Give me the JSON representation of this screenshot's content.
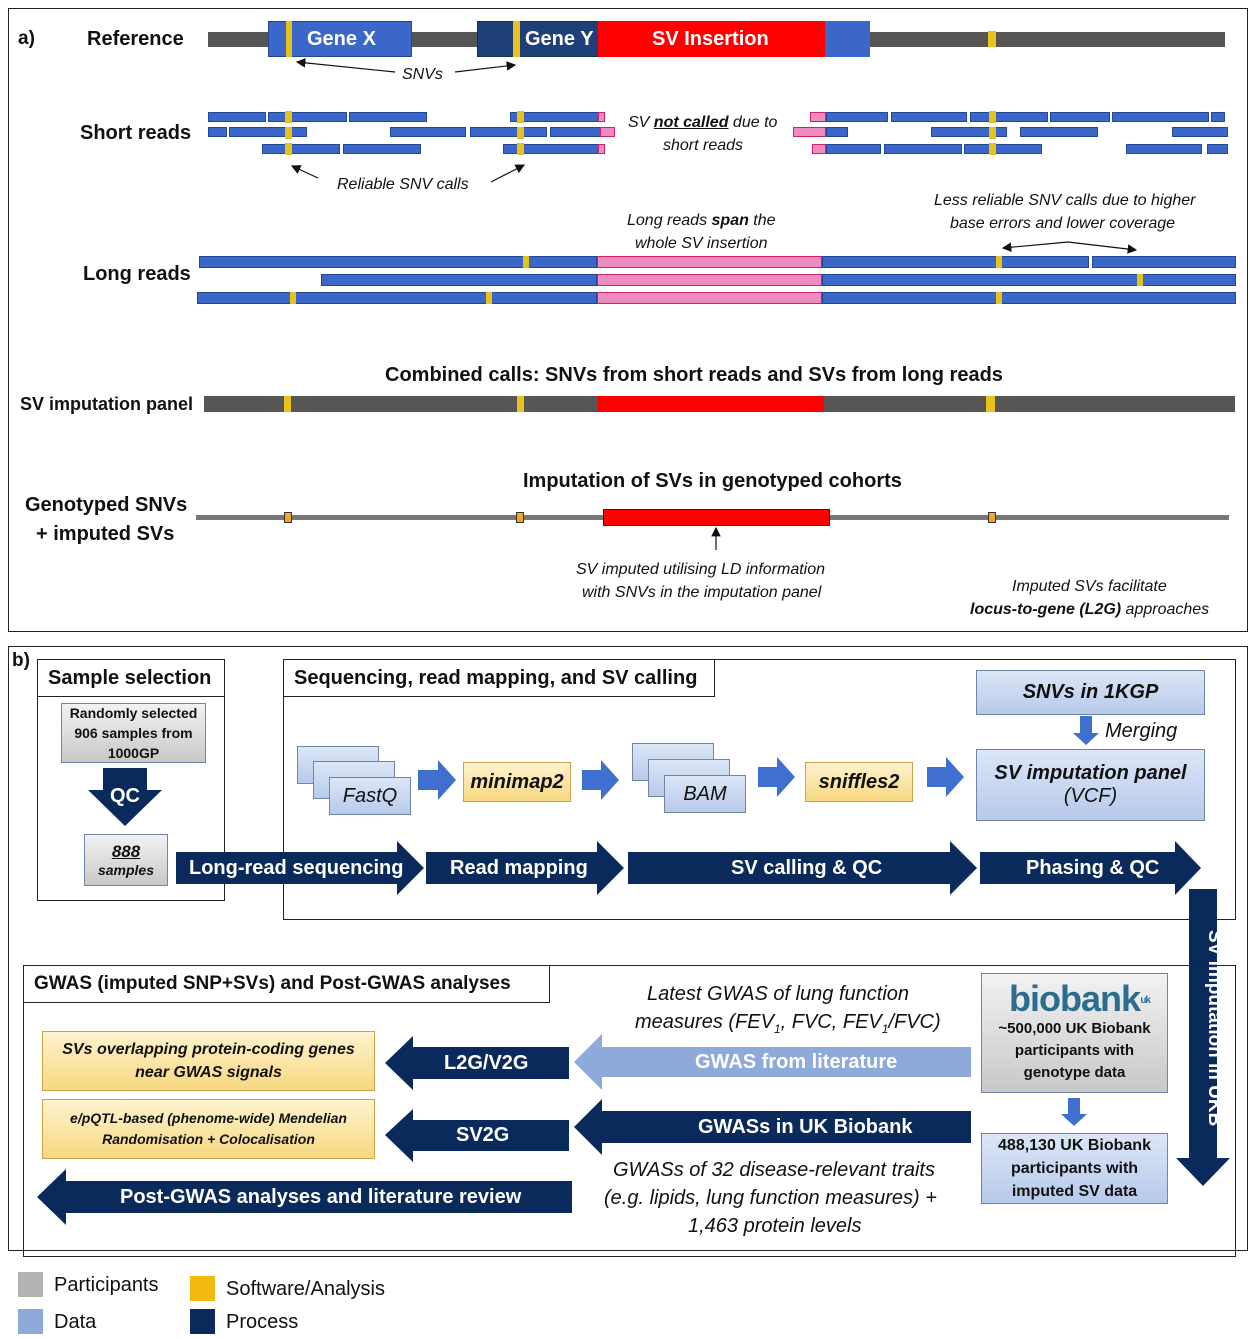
{
  "panel_a": {
    "label": "a)",
    "rows": {
      "reference": "Reference",
      "short_reads": "Short reads",
      "long_reads": "Long reads",
      "panel": "SV imputation panel",
      "genotyped_line1": "Genotyped SNVs",
      "genotyped_line2": "+ imputed SVs"
    },
    "genes": {
      "x": "Gene X",
      "y": "Gene Y",
      "sv": "SV Insertion"
    },
    "annotations": {
      "snvs": "SNVs",
      "reliable": "Reliable SNV calls",
      "sv_prefix": "SV ",
      "sv_not_called": "not called",
      "sv_due": " due to",
      "sv_short": "short reads",
      "span_prefix": "Long reads ",
      "span_bold": "span",
      "span_suffix": " the",
      "span_line2": "whole SV insertion",
      "less_line1": "Less reliable SNV calls due to higher",
      "less_line2": "base errors and lower coverage",
      "combined": "Combined calls: SNVs from short reads and SVs from long reads",
      "imputation_title": "Imputation of SVs in genotyped cohorts",
      "ld_line1": "SV imputed utilising LD information",
      "ld_line2": "with SNVs in the imputation panel",
      "l2g_line1": "Imputed SVs facilitate",
      "l2g_bold": "locus-to-gene (L2G)",
      "l2g_suffix": " approaches"
    }
  },
  "panel_b": {
    "label": "b)",
    "sample_selection": {
      "title": "Sample selection",
      "random": "Randomly selected 906 samples from 1000GP",
      "qc": "QC",
      "count": "888",
      "count_unit": "samples"
    },
    "sequencing": {
      "title": "Sequencing, read mapping, and SV calling",
      "fastq": "FastQ",
      "minimap2": "minimap2",
      "bam": "BAM",
      "sniffles2": "sniffles2",
      "snvs_1kgp": "SNVs in 1KGP",
      "merging": "Merging",
      "panel_line1": "SV imputation panel",
      "panel_line2": "(VCF)"
    },
    "process_steps": [
      "Long-read sequencing",
      "Read mapping",
      "SV calling & QC",
      "Phasing & QC"
    ],
    "sv_imputation_ukb": "SV imputation in UKB",
    "gwas": {
      "title": "GWAS (imputed SNP+SVs) and Post-GWAS analyses",
      "latest_line1": "Latest GWAS of lung function",
      "latest_line2": "measures (FEV1, FVC, FEV1/FVC)",
      "biobank_logo": "biobank",
      "biobank_uk": "uk",
      "biobank_text": "~500,000 UK Biobank participants with genotype data",
      "imputed_text": "488,130 UK Biobank participants with imputed SV data",
      "gwas_literature": "GWAS from literature",
      "gwas_ukb": "GWASs in UK Biobank",
      "l2g_v2g": "L2G/V2G",
      "sv2g": "SV2G",
      "overlap_box": "SVs overlapping protein-coding genes near GWAS signals",
      "mr_box": "e/pQTL-based (phenome-wide) Mendelian Randomisation + Colocalisation",
      "post_gwas": "Post-GWAS analyses and literature review",
      "traits_line1": "GWASs of 32 disease-relevant traits",
      "traits_line2": "(e.g. lipids, lung function measures) +",
      "traits_line3": "1,463 protein levels"
    }
  },
  "legend": [
    {
      "label": "Participants",
      "color": "#b3b3b3"
    },
    {
      "label": "Software/Analysis",
      "color": "#f2b90f"
    },
    {
      "label": "Data",
      "color": "#8eaadb"
    },
    {
      "label": "Process",
      "color": "#0b2a5c"
    }
  ]
}
